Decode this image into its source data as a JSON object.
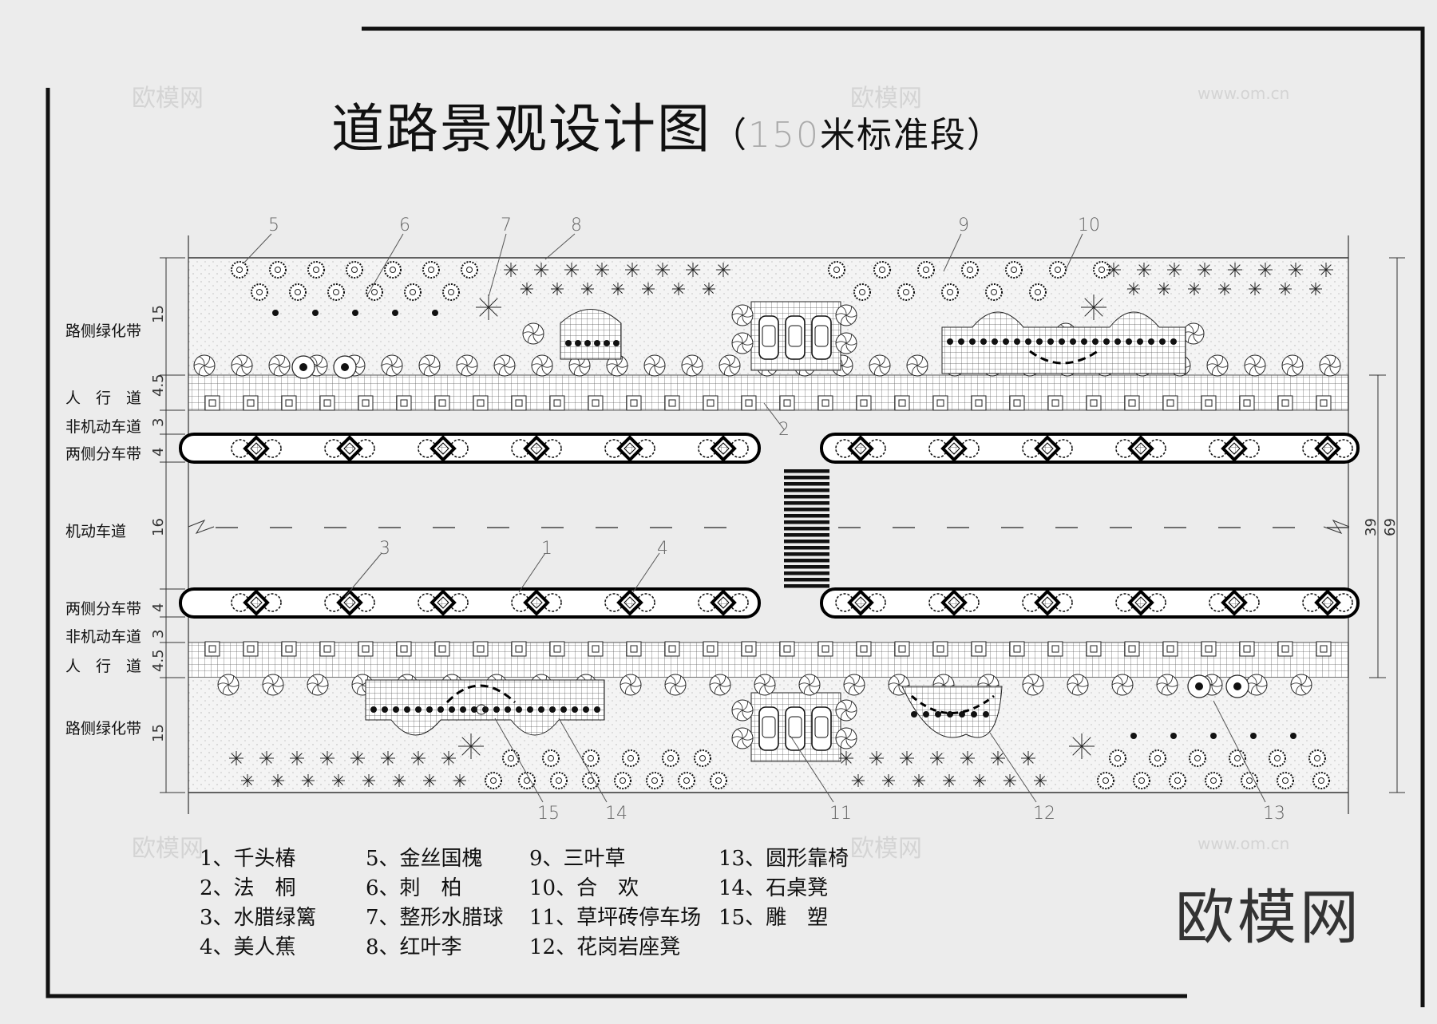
{
  "title": {
    "main": "道路景观设计图",
    "open": "（",
    "num": "150",
    "rest": "米标准段）"
  },
  "zones": {
    "roadside": "路侧绿化带",
    "sidewalk": "人　行　道",
    "bike": "非机动车道",
    "divider": "两侧分车带",
    "motor": "机动车道"
  },
  "dims": {
    "roadside": "15",
    "sidewalk": "4.5",
    "bike": "3",
    "divider": "4",
    "motor": "16",
    "total_inner": "39",
    "total": "69"
  },
  "tags": [
    "5",
    "6",
    "7",
    "8",
    "9",
    "10",
    "2",
    "3",
    "1",
    "4",
    "15",
    "14",
    "11",
    "12",
    "13"
  ],
  "legend": [
    [
      "1、千头椿",
      "5、金丝国槐",
      "9、三叶草",
      "13、圆形靠椅"
    ],
    [
      "2、法　桐",
      "6、刺　柏",
      "10、合　欢",
      "14、石桌凳"
    ],
    [
      "3、水腊绿篱",
      "7、整形水腊球",
      "11、草坪砖停车场",
      "15、雕　塑"
    ],
    [
      "4、美人蕉",
      "8、红叶李",
      "12、花岗岩座凳",
      ""
    ]
  ],
  "brand": "欧模网",
  "watermark": "欧模网",
  "watermark_url": "www.om.cn"
}
